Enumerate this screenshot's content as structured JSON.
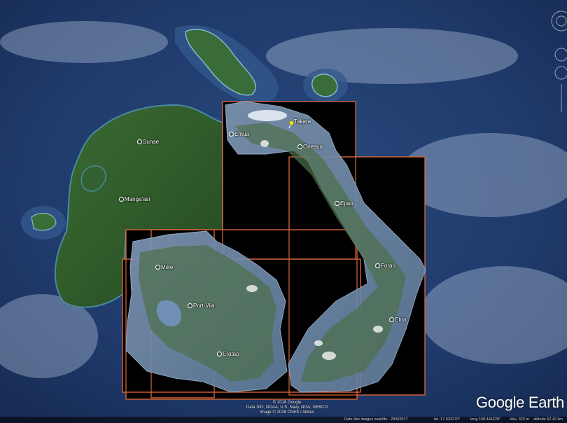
{
  "places": [
    {
      "key": "sunae",
      "label": "Sunae"
    },
    {
      "key": "mangaasi",
      "label": "Manga'asi"
    },
    {
      "key": "emua",
      "label": "Emua"
    },
    {
      "key": "takara",
      "label": "Takara"
    },
    {
      "key": "onesua",
      "label": "Onesua"
    },
    {
      "key": "epao",
      "label": "Epao"
    },
    {
      "key": "forari",
      "label": "Forari"
    },
    {
      "key": "eton",
      "label": "Eton"
    },
    {
      "key": "mele",
      "label": "Mele"
    },
    {
      "key": "port_vila",
      "label": "Port-Vila"
    },
    {
      "key": "eratap",
      "label": "Eratap"
    }
  ],
  "attribution": {
    "line1": "© 2018 Google",
    "line2": "Data SIO, NOAA, U.S. Navy, NGA, GEBCO",
    "line3": "Image © 2018 CNES / Airbus"
  },
  "logo": "Google Earth",
  "status_bar": {
    "imagery_date": "Date des images satellite : 28/9/2017",
    "lat": "lat -17.633270°",
    "long": "long 168.444228°",
    "elev": "élév. 323 m",
    "altitude": "altitude 62.42 km"
  },
  "colors": {
    "ocean": "#1f3a6b",
    "land": "#2f5a2a",
    "overlay_frame": "#d9683a",
    "pin": "#f2e21b"
  },
  "icons": {
    "pin": "yellow-pushpin-icon",
    "compass": "compass-icon",
    "zoom": "zoom-slider-icon"
  }
}
